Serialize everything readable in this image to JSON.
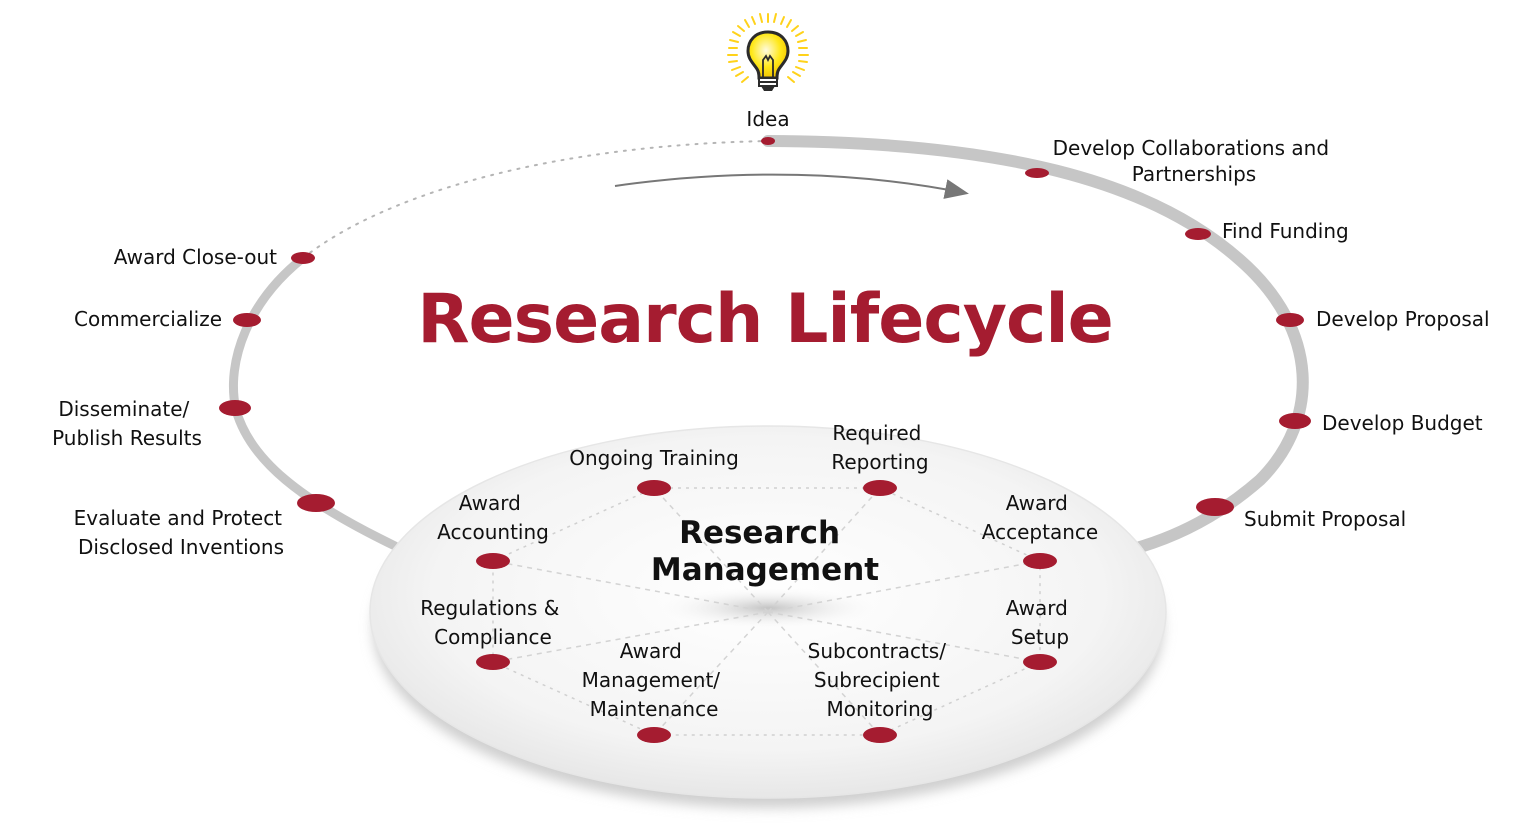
{
  "title": "Research Lifecycle",
  "center_title": [
    "Research",
    "Management"
  ],
  "accent_color": "#a51c30",
  "ring_color": "#c4c4c4",
  "idea_icon": "lightbulb-icon",
  "lifecycle": {
    "idea": [
      "Idea"
    ],
    "collaborations": [
      "Develop Collaborations and",
      "Partnerships"
    ],
    "find_funding": [
      "Find Funding"
    ],
    "develop_proposal": [
      "Develop Proposal"
    ],
    "develop_budget": [
      "Develop Budget"
    ],
    "submit_proposal": [
      "Submit Proposal"
    ],
    "evaluate_protect": [
      "Evaluate and Protect",
      "Disclosed Inventions"
    ],
    "disseminate": [
      "Disseminate/",
      "Publish Results"
    ],
    "commercialize": [
      "Commercialize"
    ],
    "award_closeout": [
      "Award Close-out"
    ]
  },
  "management": {
    "ongoing_training": [
      "Ongoing Training"
    ],
    "required_reporting": [
      "Required",
      "Reporting"
    ],
    "award_accounting": [
      "Award",
      "Accounting"
    ],
    "award_acceptance": [
      "Award",
      "Acceptance"
    ],
    "regulations_compliance": [
      "Regulations &",
      "Compliance"
    ],
    "award_setup": [
      "Award",
      "Setup"
    ],
    "award_management": [
      "Award",
      "Management/",
      "Maintenance"
    ],
    "subcontracts": [
      "Subcontracts/",
      "Subrecipient",
      "Monitoring"
    ]
  }
}
